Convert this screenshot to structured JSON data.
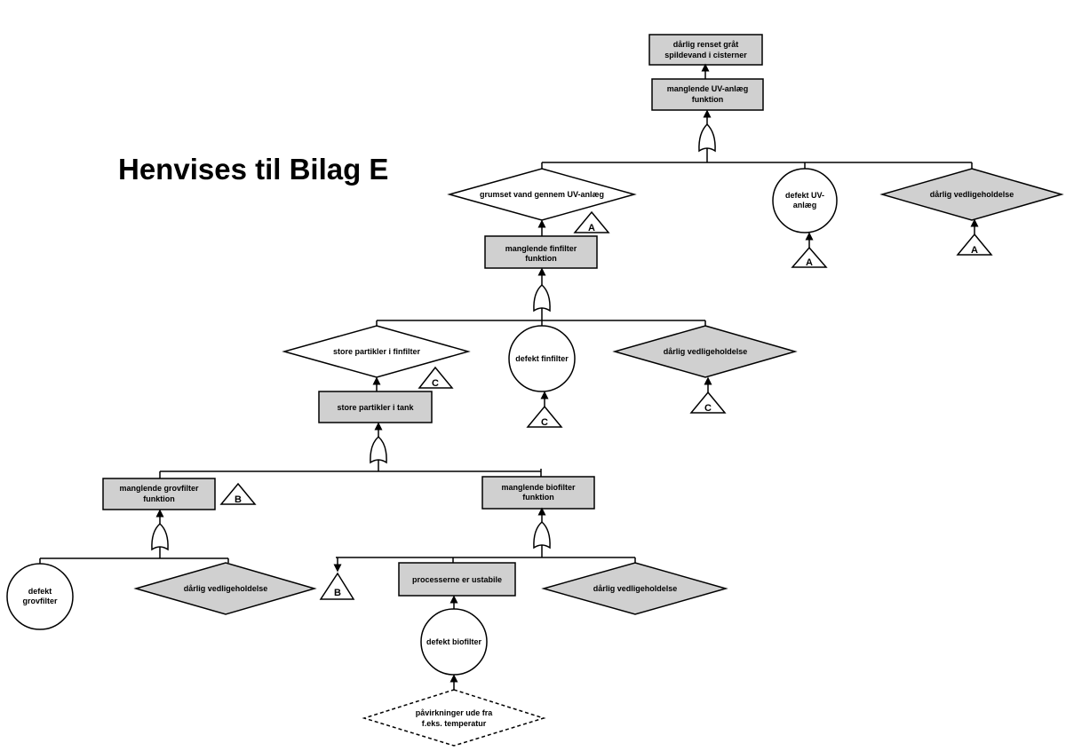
{
  "title": "Henvises til Bilag E",
  "nodes": {
    "top_event": [
      "dårlig renset gråt",
      "spildevand i cisterner"
    ],
    "uv_function": [
      "manglende UV-anlæg",
      "funktion"
    ],
    "grumset": "grumset vand gennem UV-anlæg",
    "defekt_uv": [
      "defekt UV-",
      "anlæg"
    ],
    "vedl_uv": "dårlig vedligeholdelse",
    "finfilter_function": [
      "manglende finfilter",
      "funktion"
    ],
    "store_finfilter": "store partikler i finfilter",
    "defekt_finfilter": "defekt finfilter",
    "vedl_fin": "dårlig vedligeholdelse",
    "store_tank": "store partikler i tank",
    "grovfilter_function": [
      "manglende grovfilter",
      "funktion"
    ],
    "biofilter_function": [
      "manglende biofilter",
      "funktion"
    ],
    "defekt_grovfilter": [
      "defekt",
      "grovfilter"
    ],
    "vedl_grov": "dårlig vedligeholdelse",
    "processerne": "processerne er ustabile",
    "vedl_bio": "dårlig vedligeholdelse",
    "defekt_biofilter": "defekt biofilter",
    "paavirkninger": [
      "påvirkninger ude fra",
      "f.eks. temperatur"
    ]
  },
  "transfers": {
    "grumset": "A",
    "defekt_uv": "A",
    "vedl_uv": "A",
    "store_finfilter": "C",
    "defekt_finfilter": "C",
    "vedl_fin": "C",
    "grovfilter": "B",
    "bio_branch": "B"
  }
}
